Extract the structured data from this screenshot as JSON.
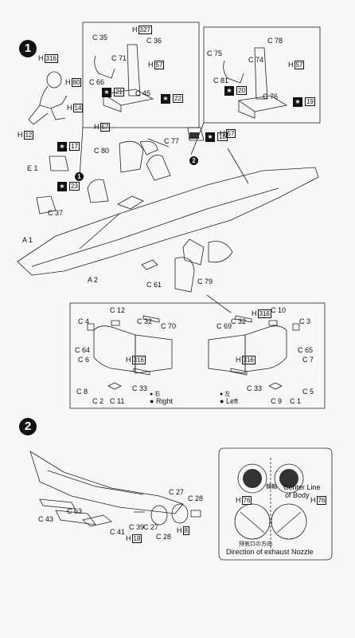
{
  "steps": {
    "step1": "1",
    "step2": "2"
  },
  "markers": {
    "m1": "1",
    "m2": "2"
  },
  "pilot1": {
    "h316": "316",
    "h80": "80",
    "h14": "14",
    "h12": "12",
    "star17": "17",
    "star23": "23",
    "e1": "E 1",
    "c37": "C 37"
  },
  "box_left": {
    "c35": "C 35",
    "h327": "327",
    "c36": "C 36",
    "c71": "C 71",
    "h57a": "57",
    "c66": "C 66",
    "star21": "21",
    "c45": "C 45",
    "star22": "22",
    "h57b": "57"
  },
  "box_right": {
    "c78": "C 78",
    "c75": "C 75",
    "c74": "C 74",
    "h57a": "57",
    "c81": "C 81",
    "star20": "20",
    "c76": "C 76",
    "star19": "19",
    "h57b": "57"
  },
  "fuselage": {
    "c80": "C 80",
    "c77": "C 77",
    "star18": "18",
    "a1": "A 1",
    "a2": "A 2",
    "c61": "C 61",
    "c79": "C 79"
  },
  "intakes": {
    "c12": "C 12",
    "c4": "C 4",
    "c32l": "C 32",
    "c70": "C 70",
    "c64": "C 64",
    "c6": "C 6",
    "h316l": "316",
    "c8": "C 8",
    "c33l": "C 33",
    "c2": "C 2",
    "c11": "C 11",
    "right_jp": "右",
    "right_en": "Right",
    "c69": "C 69",
    "c32r": "C 32",
    "h316r": "316",
    "c10": "C 10",
    "c3": "C 3",
    "c65": "C 65",
    "c7": "C 7",
    "h316r2": "316",
    "c33r": "C 33",
    "c9": "C 9",
    "c5": "C 5",
    "c1": "C 1",
    "left_jp": "左",
    "left_en": "Left"
  },
  "step2_parts": {
    "c43": "C 43",
    "c63": "C 63",
    "c41": "C 41",
    "c39": "C 39",
    "c27a": "C 27",
    "h18": "18",
    "c27b": "C 27",
    "c28a": "C 28",
    "h8": "8",
    "c28b": "C 28"
  },
  "nozzle": {
    "h76l": "76",
    "h76r": "76",
    "jp_body": "機軸",
    "center_line": "Center Line",
    "of_body": "of Body",
    "exhaust_jp": "排気口の方向",
    "exhaust_en": "Direction of exhaust Nozzle"
  }
}
